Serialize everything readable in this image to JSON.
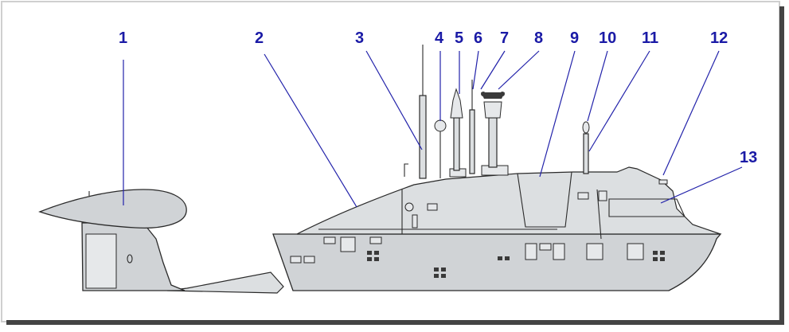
{
  "callouts": [
    {
      "id": 1,
      "label": "1"
    },
    {
      "id": 2,
      "label": "2"
    },
    {
      "id": 3,
      "label": "3"
    },
    {
      "id": 4,
      "label": "4"
    },
    {
      "id": 5,
      "label": "5"
    },
    {
      "id": 6,
      "label": "6"
    },
    {
      "id": 7,
      "label": "7"
    },
    {
      "id": 8,
      "label": "8"
    },
    {
      "id": 9,
      "label": "9"
    },
    {
      "id": 10,
      "label": "10"
    },
    {
      "id": 11,
      "label": "11"
    },
    {
      "id": 12,
      "label": "12"
    },
    {
      "id": 13,
      "label": "13"
    }
  ],
  "colors": {
    "label": "#1a1aa6",
    "leader": "#2222aa",
    "hull": "#d0d3d6",
    "frame": "#444444"
  }
}
